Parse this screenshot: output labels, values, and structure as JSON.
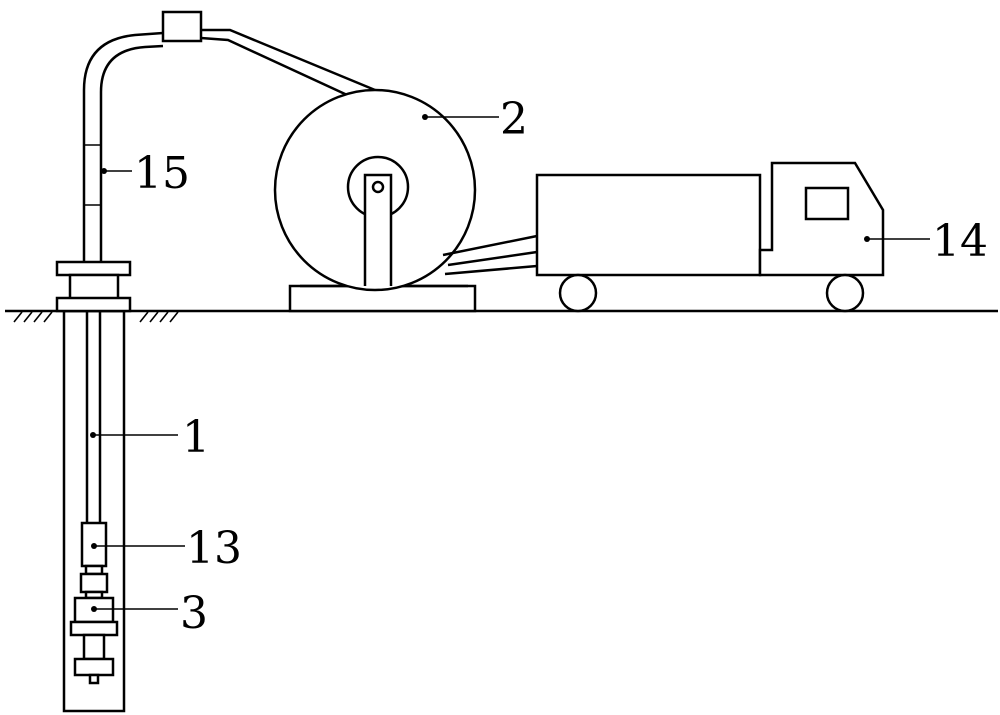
{
  "labels": {
    "l1": "1",
    "l2": "2",
    "l3": "3",
    "l13": "13",
    "l14": "14",
    "l15": "15"
  }
}
